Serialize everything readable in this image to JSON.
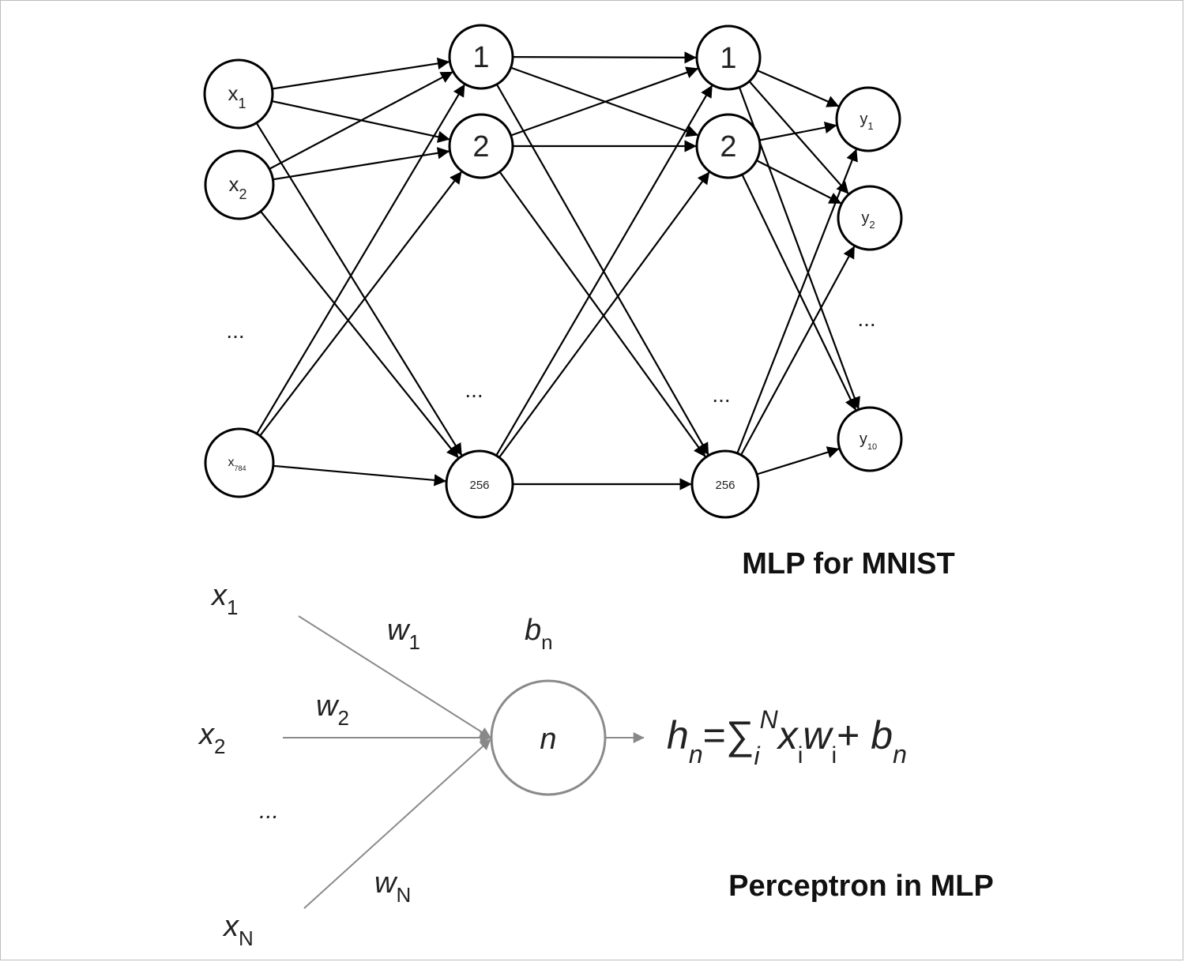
{
  "mlp": {
    "caption": "MLP for MNIST",
    "input": {
      "n1": "x",
      "s1": "1",
      "n2": "x",
      "s2": "2",
      "ellipsis": "...",
      "nlast": "x",
      "slast": "784"
    },
    "hidden1": {
      "n1": "1",
      "n2": "2",
      "ellipsis": "...",
      "nlast": "256"
    },
    "hidden2": {
      "n1": "1",
      "n2": "2",
      "ellipsis": "...",
      "nlast": "256"
    },
    "output": {
      "n1": "y",
      "s1": "1",
      "n2": "y",
      "s2": "2",
      "ellipsis": "...",
      "nlast": "y",
      "slast": "10"
    }
  },
  "perceptron": {
    "caption": "Perceptron in MLP",
    "inputs": [
      {
        "name": "x",
        "sub": "1"
      },
      {
        "name": "x",
        "sub": "2"
      },
      {
        "name": "x",
        "sub": "N"
      }
    ],
    "ellipsis": "...",
    "weights": [
      {
        "name": "w",
        "sub": "1"
      },
      {
        "name": "w",
        "sub": "2"
      },
      {
        "name": "w",
        "sub": "N"
      }
    ],
    "bias": {
      "name": "b",
      "sub": "n"
    },
    "neuron": "n",
    "formula": {
      "h": "h",
      "h_sub": "n",
      "eq": "=",
      "sigma": "∑",
      "sigma_sub": "i",
      "sigma_sup": "N",
      "x": "x",
      "x_sub": "i",
      "w": "w",
      "w_sub": "i",
      "plus": "+",
      "b": "b",
      "b_sub": "n"
    }
  }
}
